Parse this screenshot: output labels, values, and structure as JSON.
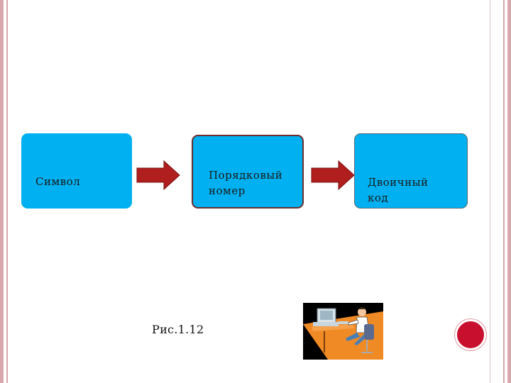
{
  "diagram": {
    "boxes": [
      {
        "label": "Символ"
      },
      {
        "label": "Порядковый\nномер"
      },
      {
        "label": "Двоичный\nкод"
      }
    ],
    "caption": "Рис.1.12"
  },
  "colors": {
    "box_fill": "#00b0f0",
    "arrow_fill": "#b01e1e",
    "frame": "#d8a6ad",
    "nav_button": "#c8102e"
  },
  "icons": {
    "clipart": "person-at-computer-icon",
    "nav": "nav-circle-button"
  }
}
